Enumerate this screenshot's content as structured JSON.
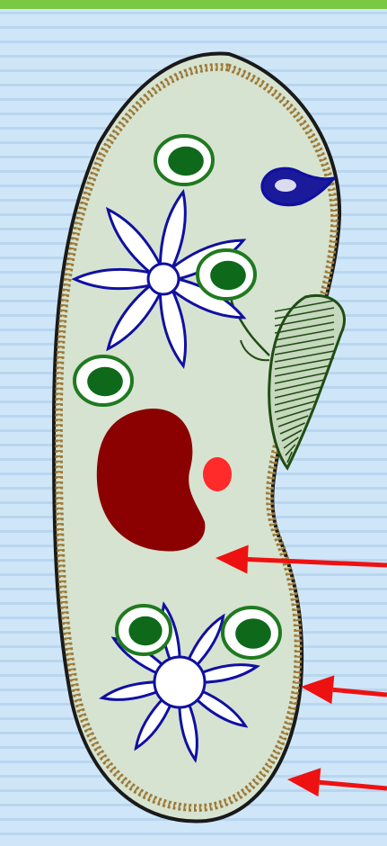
{
  "diagram": {
    "subject": "paramecium",
    "parts": [
      "cilia",
      "pellicle",
      "cytoplasm",
      "macronucleus",
      "micronucleus",
      "oral-groove",
      "food-vacuole",
      "contractile-vacuole"
    ],
    "label_texts": []
  },
  "colors": {
    "background": "#cfe6f8",
    "background_stripe": "#b9d6ef",
    "top_bar": "#7ac943",
    "cytoplasm": "#d6e3d0",
    "pellicle": "#9a7a3a",
    "cilia": "#1a1a1a",
    "macronucleus": "#8b0000",
    "micronucleus": "#ff2a2a",
    "oral_groove": "#1f4d14",
    "food_vacuole_outer": "#1f7a1f",
    "food_vacuole_inner": "#0e6a1a",
    "contractile_vacuole": "#1a1a9a",
    "food_vacuole_blue": "#1010a0",
    "arrow": "#ee1111"
  }
}
